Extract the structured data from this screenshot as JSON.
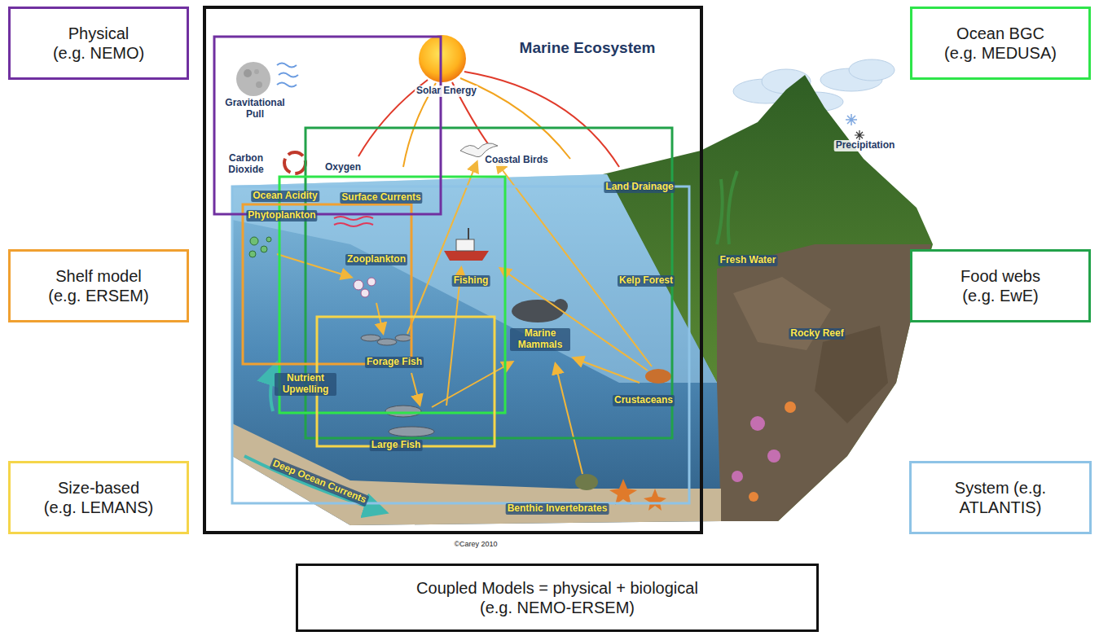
{
  "diagram": {
    "nodes": [
      {
        "text": [
          "Physical (e.g. NEMO)"
        ]
      },
      {
        "text": [
          "Ocean BGC (e.g. MEDUSA)"
        ]
      },
      {
        "text": [
          "Shelf model (e.g. ERSEM)"
        ]
      },
      {
        "text": [
          "Food webs (e.g. EwE)"
        ]
      },
      {
        "text": [
          "Size-based (e.g. LEMANS)"
        ]
      },
      {
        "text": [
          "System (e.g. ATLANTIS)"
        ]
      },
      {
        "text": [
          "Coupled Models = physical + biological (e.g. NEMO-ERSEM)"
        ]
      }
    ],
    "labels": [
      "Marine Ecosystem",
      "Gravitational Pull",
      "Solar Energy",
      "Carbon Dioxide",
      "Oxygen",
      "Coastal Birds",
      "Precipitation",
      "Ocean Acidity",
      "Surface Currents",
      "Land Drainage",
      "Phytoplankton",
      "Zooplankton",
      "Fishing",
      "Kelp Forest",
      "Fresh Water",
      "Rocky Reef",
      "Forage Fish",
      "Marine Mammals",
      "Nutrient Upwelling",
      "Crustaceans",
      "Large Fish",
      "Deep Ocean Currents",
      "Benthic Invertebrates",
      "©Carey 2010"
    ]
  }
}
